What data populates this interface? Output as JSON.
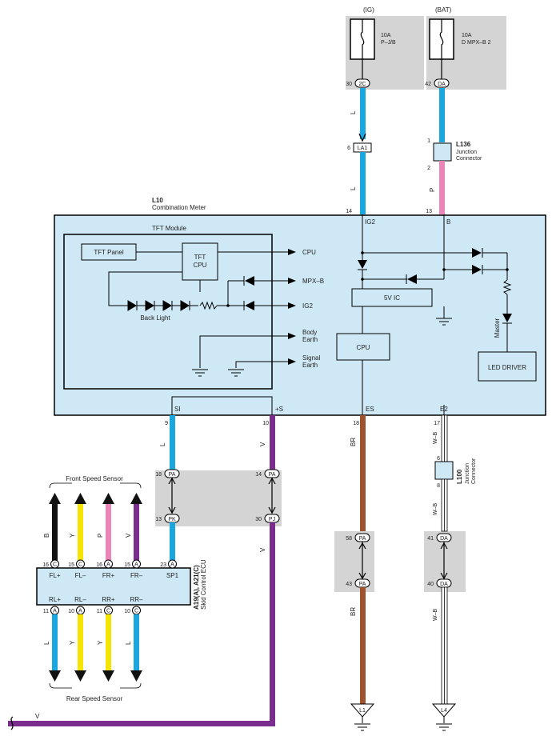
{
  "fuses": {
    "ig": {
      "header": "(IG)",
      "rating": "10A",
      "name": "P–J/B",
      "pin": "30",
      "conn": "2C"
    },
    "bat": {
      "header": "(BAT)",
      "rating": "10A",
      "name": "D MPX–B 2",
      "pin": "42",
      "conn": "DA"
    }
  },
  "wires": {
    "ig_top": "L",
    "ig_bottom": "L",
    "bat_bottom": "P",
    "si": "L",
    "s_plus": "V",
    "es": "BR",
    "e2_top": "W–B",
    "e2_mid": "W–B",
    "e2_bottom": "W–B",
    "es_bottom": "BR",
    "ecu_out": "V",
    "return": "V"
  },
  "la1": {
    "pin": "6",
    "conn": "LA1"
  },
  "l136": {
    "pin_top": "1",
    "pin_bottom": "2",
    "id": "L136",
    "name_line1": "Junction",
    "name_line2": "Connector"
  },
  "meter": {
    "id": "L10",
    "name": "Combination Meter",
    "pins": {
      "ig2_num": "14",
      "ig2_label": "IG2",
      "b_num": "13",
      "b_label": "B",
      "si_label": "SI",
      "s_label": "+S",
      "es_label": "ES",
      "e2_label": "E2"
    },
    "tft": {
      "title": "TFT Module",
      "panel": "TFT Panel",
      "cpu_line1": "TFT",
      "cpu_line2": "CPU",
      "backlight": "Back Light",
      "out_cpu": "CPU",
      "out_mpxb": "MPX–B",
      "out_ig2": "IG2",
      "body_earth_1": "Body",
      "body_earth_2": "Earth",
      "signal_earth_1": "Signal",
      "signal_earth_2": "Earth"
    },
    "ic5v": "5V IC",
    "cpu": "CPU",
    "led_driver": "LED DRIVER",
    "master": "Master"
  },
  "bottom_pins": {
    "si": "9",
    "s": "10",
    "es": "18",
    "e2": "17"
  },
  "connectors": {
    "pa_si_pin": "18",
    "pa_si": "PA",
    "pk_pin": "13",
    "pk": "PK",
    "pa_s_pin": "14",
    "pa_s": "PA",
    "pj_pin": "30",
    "pj": "PJ",
    "pa_es_top_pin": "58",
    "pa_es_top": "PA",
    "pa_es_bot_pin": "43",
    "pa_es_bot": "PA",
    "da_top_pin": "41",
    "da_top": "DA",
    "da_bot_pin": "40",
    "da_bot": "DA"
  },
  "l100": {
    "pin_top": "6",
    "pin_bottom": "8",
    "id": "L100",
    "name_line1": "Junction",
    "name_line2": "Connector"
  },
  "ecu": {
    "id": "A19(A), A21(C)",
    "name": "Skid Control ECU",
    "front_title": "Front Speed Sensor",
    "rear_title": "Rear Speed Sensor",
    "top_pins": [
      {
        "num": "16",
        "conn": "C",
        "label": "FL+",
        "wire": "B"
      },
      {
        "num": "15",
        "conn": "C",
        "label": "FL–",
        "wire": "Y"
      },
      {
        "num": "16",
        "conn": "A",
        "label": "FR+",
        "wire": "P"
      },
      {
        "num": "15",
        "conn": "A",
        "label": "FR–",
        "wire": "V"
      },
      {
        "num": "23",
        "conn": "A",
        "label": "SP1",
        "wire": ""
      }
    ],
    "bottom_pins": [
      {
        "num": "11",
        "conn": "A",
        "label": "RL+",
        "wire": "L"
      },
      {
        "num": "10",
        "conn": "A",
        "label": "RL–",
        "wire": "Y"
      },
      {
        "num": "11",
        "conn": "C",
        "label": "RR+",
        "wire": "Y"
      },
      {
        "num": "10",
        "conn": "C",
        "label": "RR–",
        "wire": "L"
      }
    ]
  },
  "grounds": {
    "l1": "L1",
    "l4": "L4"
  },
  "colors": {
    "blue": "#1aa7e0",
    "pink": "#ec86b8",
    "brown": "#a0522d",
    "purple": "#7b2d8e",
    "yellow": "#f5e400",
    "black": "#111111",
    "meter_bg": "#cfe8f6",
    "conn_bg": "#d4d4d4"
  }
}
